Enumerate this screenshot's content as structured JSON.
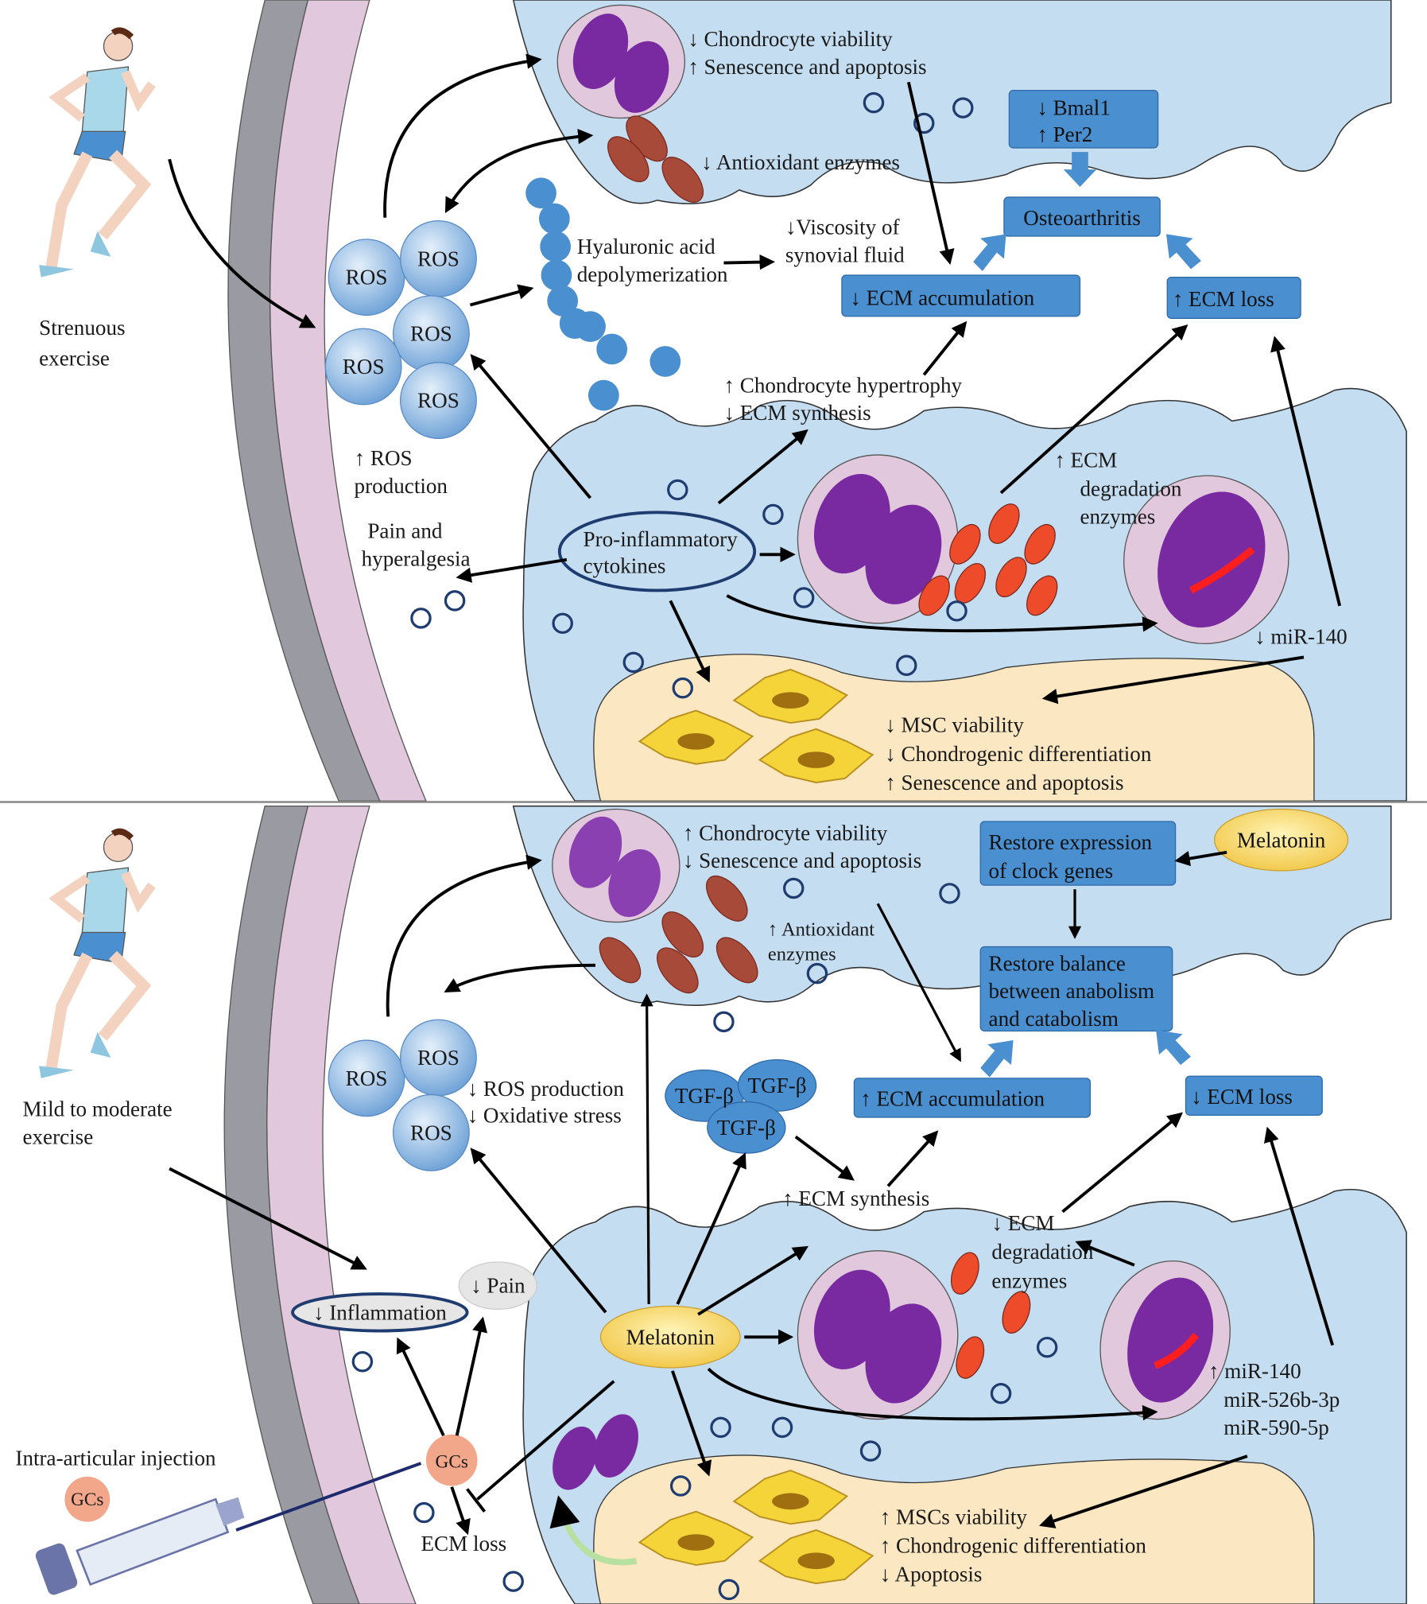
{
  "top_panel": {
    "trigger": [
      "Strenuous",
      "exercise"
    ],
    "upper_cartilage": [
      "↓ Chondrocyte viability",
      "↑ Senescence and apoptosis"
    ],
    "antioxidant": "↓ Antioxidant enzymes",
    "clock_box": [
      "↓ Bmal1",
      "↑ Per2"
    ],
    "outcome_box": "Osteoarthritis",
    "viscosity": [
      "↓Viscosity of",
      "synovial fluid"
    ],
    "hyaluronic": [
      "Hyaluronic acid",
      "depolymerization"
    ],
    "ecm_accumulation": "↓ ECM accumulation",
    "ecm_loss": "↑ ECM loss",
    "ros_label": "ROS",
    "ros_production": [
      "↑ ROS",
      "production"
    ],
    "hypertrophy": [
      "↑ Chondrocyte  hypertrophy",
      "↓ ECM synthesis"
    ],
    "degradation": [
      "↑ ECM",
      "degradation",
      "enzymes"
    ],
    "pain": [
      "Pain and",
      "hyperalgesia"
    ],
    "cytokines": [
      "Pro-inflammatory",
      "cytokines"
    ],
    "mirna": "↓ miR-140",
    "msc": [
      "↓ MSC  viability",
      "↓ Chondrogenic differentiation",
      "↑ Senescence  and apoptosis"
    ]
  },
  "bottom_panel": {
    "trigger": [
      "Mild to moderate",
      "exercise"
    ],
    "upper_cartilage": [
      "↑ Chondrocyte viability",
      "↓ Senescence  and apoptosis"
    ],
    "antioxidant": [
      "↑ Antioxidant",
      "enzymes"
    ],
    "clock_box": [
      "Restore expression",
      "of clock genes"
    ],
    "melatonin_top": "Melatonin",
    "balance_box": [
      "Restore balance",
      "between anabolism",
      "and catabolism"
    ],
    "ros_label": "ROS",
    "ros_effects": [
      "↓ ROS production",
      "↓ Oxidative stress"
    ],
    "tgf_label": "TGF-β",
    "ecm_accumulation": "↑ ECM accumulation",
    "ecm_loss": "↓ ECM loss",
    "ecm_synthesis": "↑ ECM synthesis",
    "degradation": [
      "↓ ECM",
      "degradation",
      "enzymes"
    ],
    "pain": "↓ Pain",
    "inflammation": "↓ Inflammation",
    "melatonin_center": "Melatonin",
    "mirna": [
      "↑ miR-140",
      "miR-526b-3p",
      "miR-590-5p"
    ],
    "injection": "Intra-articular injection",
    "gcs": "GCs",
    "gcs_ecm_loss": "ECM loss",
    "msc": [
      "↑ MSCs viability",
      "↑ Chondrogenic differentiation",
      "↓ Apoptosis"
    ]
  },
  "colors": {
    "cartilage_blue": "#c5ddf0",
    "box_blue": "#4a8fd0",
    "bone_gray": "#9a9aa2",
    "membrane_pink": "#e2c8dc",
    "marrow_yellow": "#fbe7c1",
    "cell_purple": "#7a2aa0",
    "enzyme_red": "#ee4b2b",
    "antioxidant_brown": "#a84a3a",
    "melatonin_yellow": "#f7d660",
    "gcs_salmon": "#f2a68a"
  }
}
